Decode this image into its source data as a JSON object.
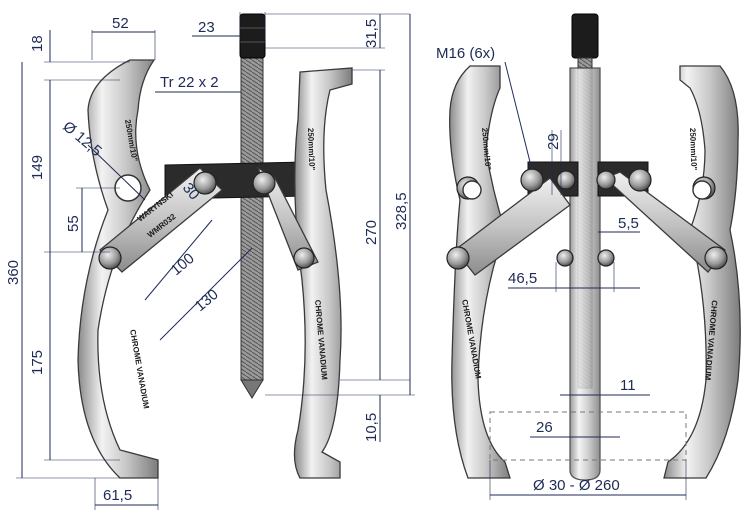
{
  "title": "",
  "left_view": {
    "dimensions": {
      "jaw_width": "52",
      "jaw_tip": "18",
      "hole_diameter": "Ø 12,5",
      "upper_arm": "149",
      "hole_offset": "55",
      "overall_height": "360",
      "lower_arm": "175",
      "foot_width": "61,5",
      "link_30": "30",
      "link_100": "100",
      "link_130": "130",
      "nut_width": "23",
      "thread": "Tr 22 x 2",
      "top_protrusion": "31,5",
      "spindle_270": "270",
      "spindle_328": "328,5",
      "bottom_10": "10,5"
    },
    "markings": {
      "arm_text": "CHROME VANADIUM",
      "size_text": "250mm/10\"",
      "plate_text": "WMR032",
      "brand_text": "WARYNSKI"
    }
  },
  "right_view": {
    "dimensions": {
      "bolts": "M16 (6x)",
      "gap_29": "29",
      "gap_5": "5,5",
      "width_46": "46,5",
      "width_11": "11",
      "width_26": "26",
      "range": "Ø 30 - Ø 260"
    },
    "markings": {
      "arm_text": "CHROME VANADIUM",
      "size_text": "250mm/10\""
    }
  },
  "colors": {
    "dimension_text": "#1d2a55",
    "steel": "#cfcfcf",
    "plate": "#2b2b2b"
  }
}
